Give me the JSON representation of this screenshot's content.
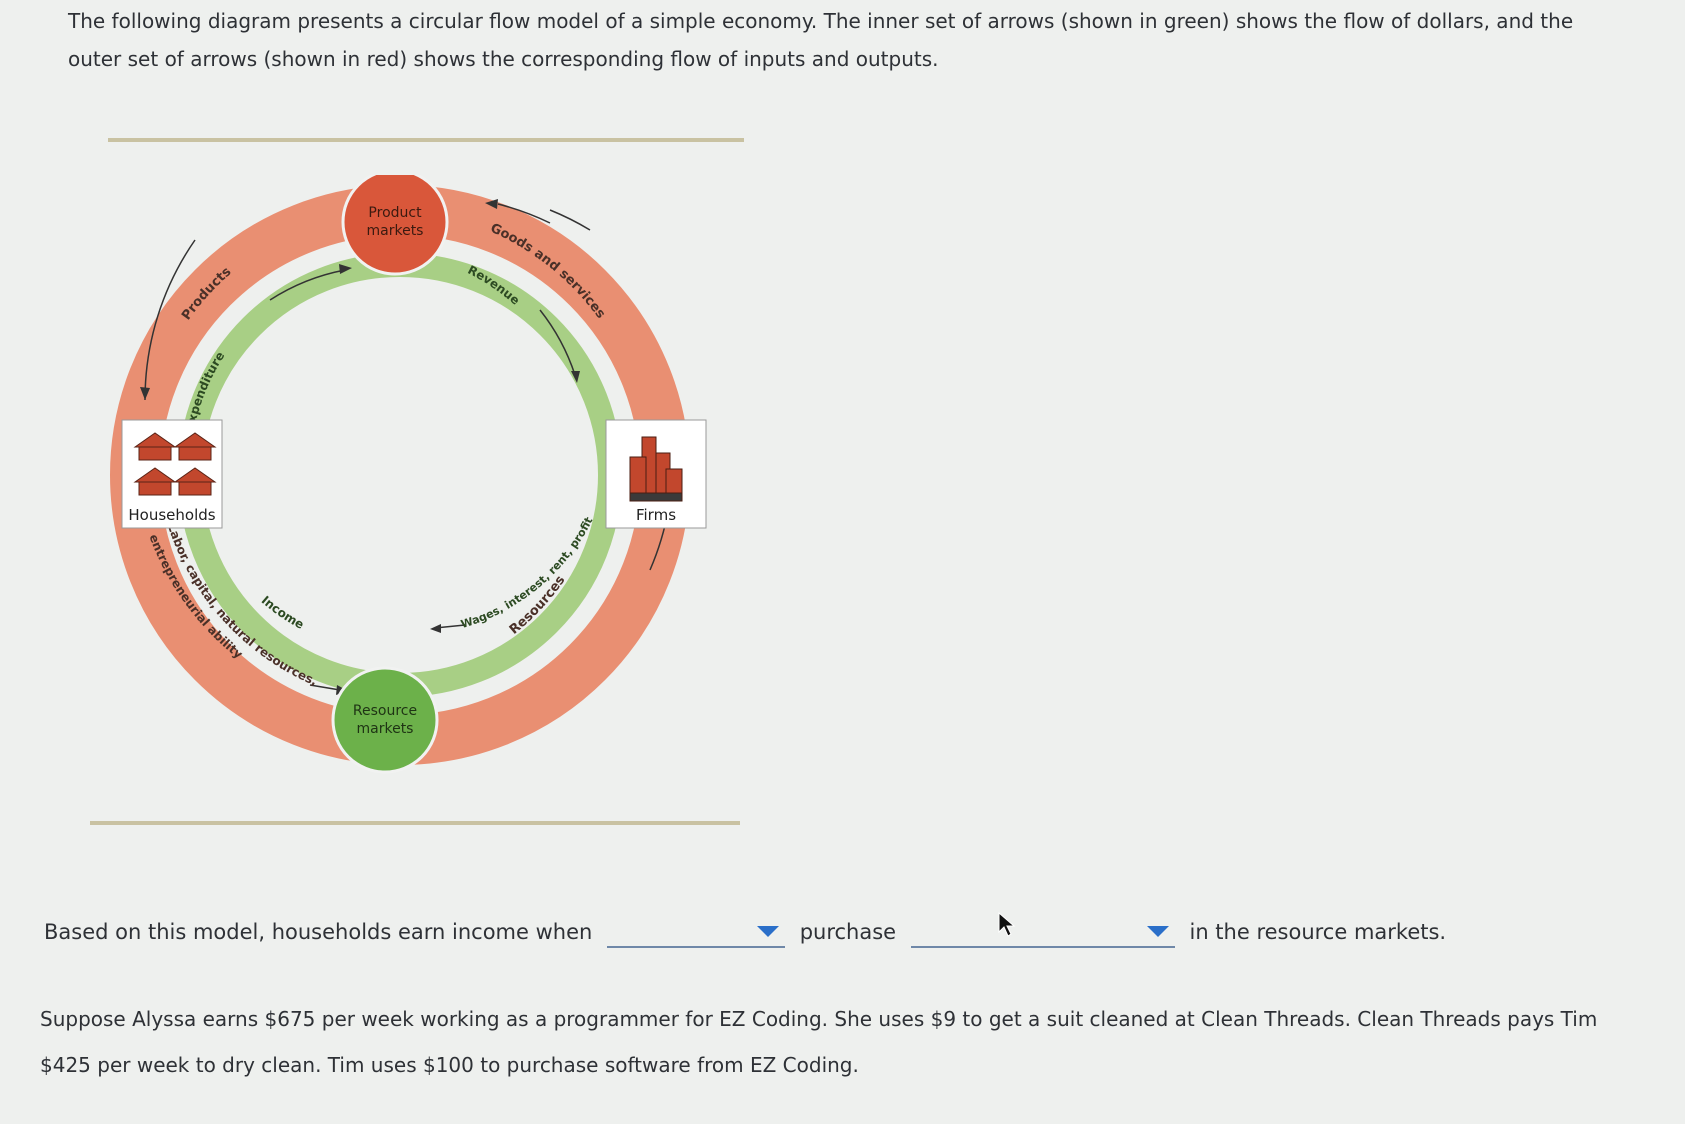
{
  "intro_text": "The following diagram presents a circular flow model of a simple economy. The inner set of arrows (shown in green) shows the flow of dollars, and the outer set of arrows (shown in red) shows the corresponding flow of inputs and outputs.",
  "diagram": {
    "product_markets": [
      "Product",
      "markets"
    ],
    "resource_markets": [
      "Resource",
      "markets"
    ],
    "households_label": "Households",
    "firms_label": "Firms",
    "outer_labels": {
      "products": "Products",
      "goods_and_services": "Goods and services",
      "resources": "Resources",
      "labor_line1": "Labor, capital, natural resources,",
      "labor_line2": "entrepreneurial ability"
    },
    "inner_labels": {
      "expenditure": "Expenditure",
      "revenue": "Revenue",
      "income": "Income",
      "wages": "Wages, interest, rent, profit"
    },
    "colors": {
      "outer_ring": "#e98f72",
      "inner_ring": "#a8cf85",
      "product_markets_circle": "#d9573a",
      "resource_markets_circle": "#6cb14a"
    },
    "icons": [
      "house-icon",
      "factory-icon",
      "arrow-icon"
    ]
  },
  "question": {
    "part1": "Based on this model, households earn income when",
    "dropdown1_value": "",
    "part2": "purchase",
    "dropdown2_value": "",
    "part3": "in the resource markets."
  },
  "story_text": "Suppose Alyssa earns $675 per week working as a programmer for EZ Coding. She uses $9 to get a suit cleaned at Clean Threads. Clean Threads pays Tim $425 per week to dry clean. Tim uses $100 to purchase software from EZ Coding."
}
